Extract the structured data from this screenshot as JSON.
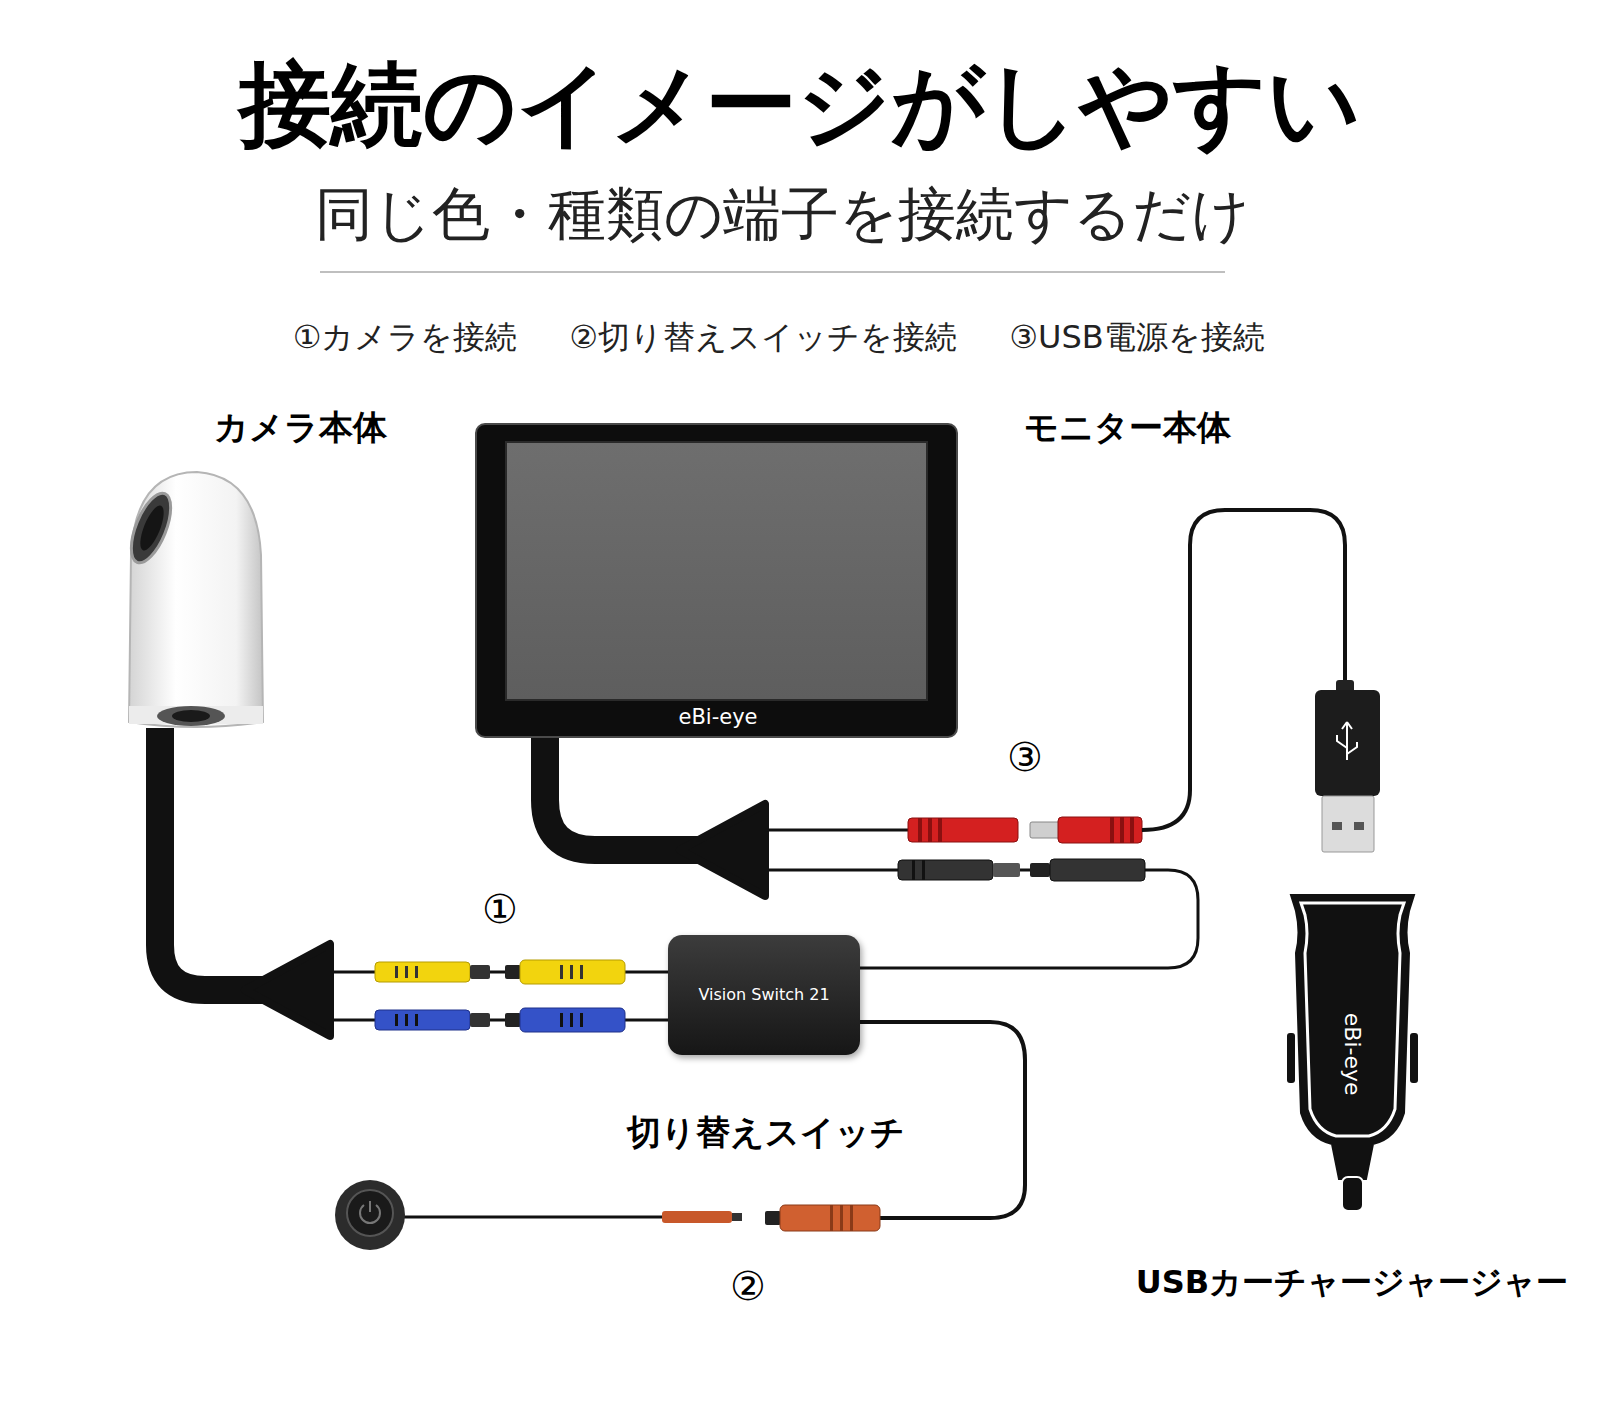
{
  "diagram": {
    "title": "接続のイメージがしやすい",
    "nodes": [
      {
        "text": [
          "カメラ本体"
        ]
      },
      {
        "text": [
          "モニター本体",
          "eBi-eye"
        ]
      },
      {
        "text": [
          "Vision Switch 21"
        ]
      },
      {
        "text": [
          "eBi-eye",
          "USBカーチャージャージャー"
        ]
      }
    ],
    "edges": [
      {
        "from": 0,
        "to": 2,
        "arrow": "none"
      },
      {
        "from": 0,
        "to": 2,
        "arrow": "none"
      },
      {
        "from": 1,
        "to": 2,
        "arrow": "none"
      }
    ],
    "labels": [
      "同じ色・種類の端子を接続するだけ",
      "①カメラを接続",
      "②切り替えスイッチを接続",
      "③USB電源を接続",
      "③",
      "①",
      "切り替えスイッチ",
      "②"
    ]
  }
}
